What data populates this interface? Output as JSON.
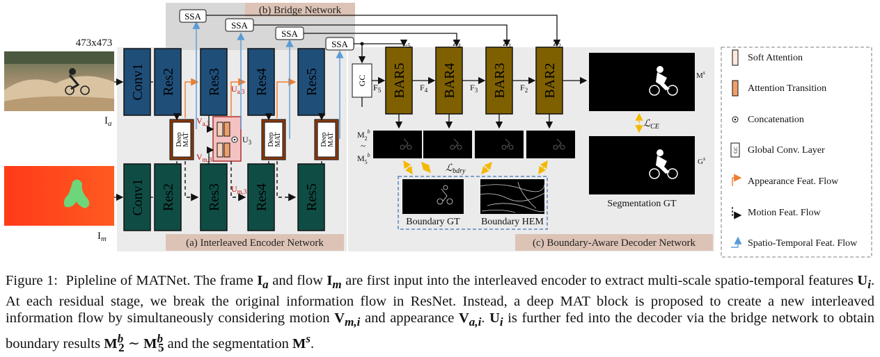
{
  "figure": {
    "input_size": "473x473",
    "input_frame_label": "I",
    "input_frame_sub": "a",
    "input_flow_label": "I",
    "input_flow_sub": "m",
    "encoder": {
      "appearance_blocks": [
        "Conv1",
        "Res2",
        "Res3",
        "Res4",
        "Res5"
      ],
      "motion_blocks": [
        "Conv1",
        "Res2",
        "Res3",
        "Res4",
        "Res5"
      ],
      "deep_mat_label_1": "Deep",
      "deep_mat_label_2": "MAT",
      "panel_title": "(a) Interleaved Encoder Network",
      "v_a3": "V",
      "v_a3_sub": "a,3",
      "v_m3": "V",
      "v_m3_sub": "m,3",
      "u_a3": "U",
      "u_a3_sub": "a,3",
      "u_m3": "U",
      "u_m3_sub": "m,3",
      "u3": "U",
      "u3_sub": "3"
    },
    "bridge": {
      "panel_title": "(b) Bridge Network",
      "ssa_label": "SSA"
    },
    "decoder": {
      "panel_title": "(c) Boundary-Aware Decoder Network",
      "gc_label": "GC",
      "bar_blocks": [
        "BAR5",
        "BAR4",
        "BAR3",
        "BAR2"
      ],
      "z_labels": [
        {
          "base": "Z",
          "sub": "5"
        },
        {
          "base": "Z",
          "sub": "4"
        },
        {
          "base": "Z",
          "sub": "3"
        },
        {
          "base": "Z",
          "sub": "2"
        }
      ],
      "f_labels": [
        {
          "base": "F",
          "sub": "5"
        },
        {
          "base": "F",
          "sub": "4"
        },
        {
          "base": "F",
          "sub": "3"
        },
        {
          "base": "F",
          "sub": "2"
        }
      ],
      "mb_top": "M",
      "mb_top_sub": "2",
      "mb_top_sup": "b",
      "mb_tilde": "~",
      "mb_bottom": "M",
      "mb_bottom_sub": "5",
      "mb_bottom_sup": "b",
      "l_bdry": "ℒ",
      "l_bdry_sub": "bdry",
      "l_ce": "ℒ",
      "l_ce_sub": "CE",
      "ms_label": "M",
      "ms_sup": "s",
      "gs_label": "G",
      "gs_sup": "s",
      "boundary_gt": "Boundary GT",
      "boundary_hem": "Boundary HEM",
      "segmentation_gt": "Segmentation GT"
    },
    "legend": {
      "items": [
        "Soft Attention",
        "Attention Transition",
        "Concatenation",
        "Global Conv. Layer",
        "Appearance Feat. Flow",
        "Motion Feat. Flow",
        "Spatio-Temporal Feat. Flow"
      ],
      "concat_symbol": "⊙",
      "gc_symbol": "GC"
    },
    "colors": {
      "appearance_block": "#1f4e79",
      "motion_block": "#0f4d44",
      "bar_block": "#7f6000",
      "deep_mat": "#8b3a0e",
      "mat3_fill": "#f4c2c2",
      "appearance_flow": "#ed7d31",
      "spatio_flow": "#5b9bd5",
      "loss_arrow": "#f5b800",
      "panel_bg": "#ebebeb",
      "title_bg": "#dcc3b5"
    }
  },
  "caption": {
    "label": "Figure 1:",
    "text_1": "Pipleline of MATNet. The frame",
    "ia": "I",
    "ia_sub": "a",
    "text_2": "and flow",
    "im": "I",
    "im_sub": "m",
    "text_3": "are first input into the interleaved encoder to extract multi-scale spatio-temporal features",
    "ui": "U",
    "ui_sub": "i",
    "text_4": ". At each residual stage, we break the original information flow in ResNet. Instead, a deep MAT block is proposed to create a new interleaved information flow by simultaneously considering motion",
    "vmi": "V",
    "vmi_sub": "m,i",
    "text_5": "and appearance",
    "vai": "V",
    "vai_sub": "a,i",
    "text_6": ".",
    "ui2": "U",
    "ui2_sub": "i",
    "text_7": "is further fed into the decoder via the bridge network to obtain boundary results",
    "m2b": "M",
    "m2b_sub": "2",
    "m2b_sup": "b",
    "sim": "∼",
    "m5b": "M",
    "m5b_sub": "5",
    "m5b_sup": "b",
    "text_8": "and the segmentation",
    "ms": "M",
    "ms_sup": "s",
    "text_9": "."
  }
}
